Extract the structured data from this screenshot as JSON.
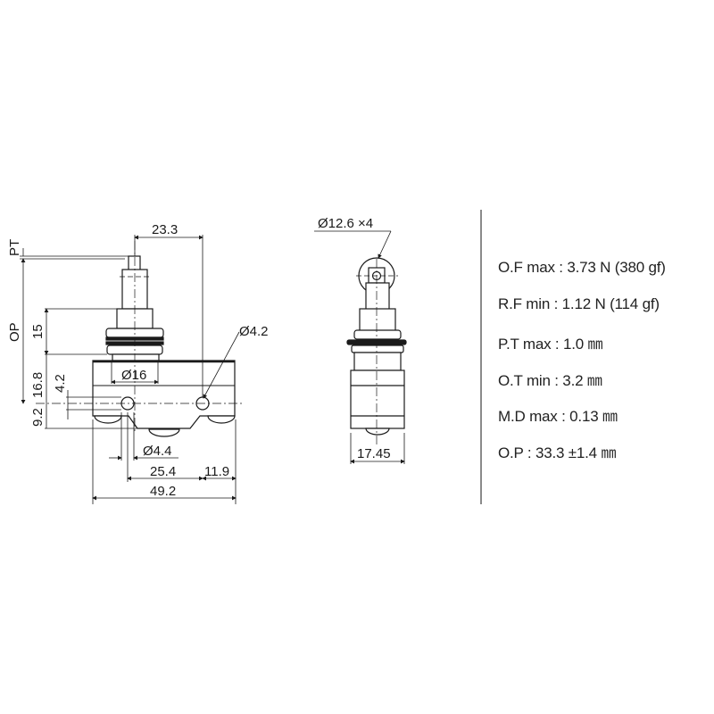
{
  "side_view": {
    "labels": {
      "pt": "PT",
      "op": "OP",
      "dim_23_3": "23.3",
      "dim_15": "15",
      "dim_16_8": "16.8",
      "dim_4_2_vert": "4.2",
      "dim_9_2": "9.2",
      "hole_dia": "Ø4.2",
      "bushing_dia": "Ø16",
      "roller_dia": "Ø4.4",
      "dim_25_4": "25.4",
      "dim_11_9": "11.9",
      "dim_49_2": "49.2"
    }
  },
  "front_view": {
    "labels": {
      "roller": "Ø12.6 ×4",
      "width": "17.45"
    }
  },
  "specs": [
    {
      "label": "O.F max : 3.73 N (380 gf)"
    },
    {
      "label": "R.F min : 1.12 N (114 gf)"
    },
    {
      "label": "P.T max : 1.0 ㎜"
    },
    {
      "label": "O.T min : 3.2 ㎜"
    },
    {
      "label": "M.D max : 0.13 ㎜"
    },
    {
      "label": "O.P : 33.3 ±1.4 ㎜"
    }
  ]
}
